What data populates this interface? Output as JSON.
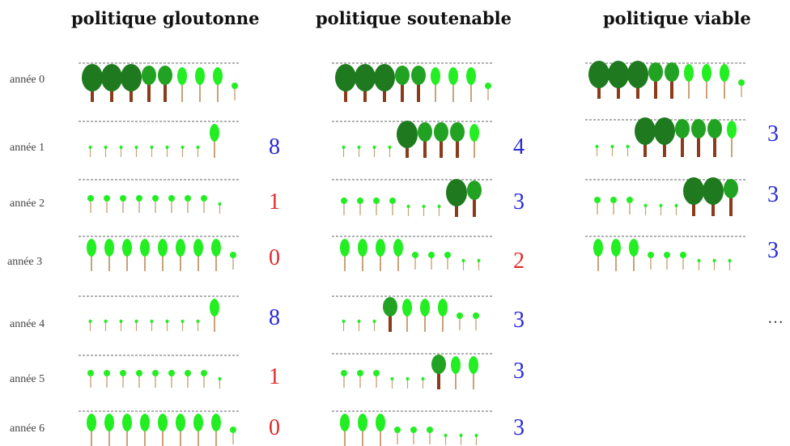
{
  "columns": [
    {
      "title": "politique gloutonne"
    },
    {
      "title": "politique soutenable"
    },
    {
      "title": "politique viable"
    }
  ],
  "years": [
    "année 0",
    "année 1",
    "année 2",
    "année 3",
    "année 4",
    "année 5",
    "année 6"
  ],
  "rows": {
    "gloutonne": [
      {
        "trees": [
          5,
          5,
          5,
          4,
          4,
          3,
          3,
          3,
          2
        ],
        "harvest": ""
      },
      {
        "trees": [
          1,
          1,
          1,
          1,
          1,
          1,
          1,
          1,
          3
        ],
        "harvest": "8",
        "color": "#2a2ad8"
      },
      {
        "trees": [
          2,
          2,
          2,
          2,
          2,
          2,
          2,
          2,
          1
        ],
        "harvest": "1",
        "color": "#e02a2a"
      },
      {
        "trees": [
          3,
          3,
          3,
          3,
          3,
          3,
          3,
          3,
          2
        ],
        "harvest": "0",
        "color": "#e02a2a"
      },
      {
        "trees": [
          1,
          1,
          1,
          1,
          1,
          1,
          1,
          1,
          3
        ],
        "harvest": "8",
        "color": "#2a2ad8"
      },
      {
        "trees": [
          2,
          2,
          2,
          2,
          2,
          2,
          2,
          2,
          1
        ],
        "harvest": "1",
        "color": "#e02a2a"
      },
      {
        "trees": [
          3,
          3,
          3,
          3,
          3,
          3,
          3,
          3,
          2
        ],
        "harvest": "0",
        "color": "#e02a2a"
      }
    ],
    "soutenable": [
      {
        "trees": [
          5,
          5,
          5,
          4,
          4,
          3,
          3,
          3,
          2
        ],
        "harvest": ""
      },
      {
        "trees": [
          1,
          1,
          1,
          1,
          5,
          4,
          4,
          4,
          3
        ],
        "harvest": "4",
        "color": "#2a2ad8"
      },
      {
        "trees": [
          2,
          2,
          2,
          2,
          1,
          1,
          1,
          5,
          4
        ],
        "harvest": "3",
        "color": "#2a2ad8"
      },
      {
        "trees": [
          3,
          3,
          3,
          3,
          2,
          2,
          2,
          1,
          1
        ],
        "harvest": "2",
        "color": "#e02a2a"
      },
      {
        "trees": [
          1,
          1,
          1,
          4,
          3,
          3,
          3,
          2,
          2
        ],
        "harvest": "3",
        "color": "#2a2ad8"
      },
      {
        "trees": [
          2,
          2,
          2,
          1,
          1,
          1,
          4,
          3,
          3
        ],
        "harvest": "3",
        "color": "#2a2ad8"
      },
      {
        "trees": [
          3,
          3,
          3,
          2,
          2,
          2,
          1,
          1,
          1
        ],
        "harvest": "3",
        "color": "#2a2ad8"
      }
    ],
    "viable": [
      {
        "trees": [
          5,
          5,
          5,
          4,
          4,
          3,
          3,
          3,
          2
        ],
        "harvest": ""
      },
      {
        "trees": [
          1,
          1,
          1,
          5,
          5,
          4,
          4,
          4,
          3
        ],
        "harvest": "3",
        "color": "#2a2ad8"
      },
      {
        "trees": [
          2,
          2,
          2,
          1,
          1,
          1,
          5,
          5,
          4
        ],
        "harvest": "3",
        "color": "#2a2ad8"
      },
      {
        "trees": [
          3,
          3,
          3,
          2,
          2,
          2,
          1,
          1,
          1
        ],
        "harvest": "3",
        "color": "#2a2ad8"
      }
    ]
  },
  "ellipsis": "…",
  "colors": {
    "canopy_dark": "#1f7a1f",
    "canopy_mid": "#22a222",
    "canopy_light": "#22ee22",
    "trunk": "#8b3a1a",
    "stem": "#c9a27a",
    "dashed": "#666666"
  }
}
